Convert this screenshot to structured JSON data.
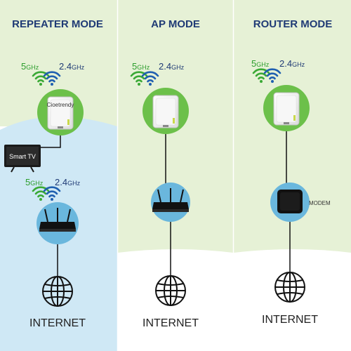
{
  "columns": [
    {
      "title": "REPEATER MODE",
      "band_5": "5",
      "band_5_unit": "GHz",
      "band_24": "2.4",
      "band_24_unit": "GHz",
      "band2_5": "5",
      "band2_5_unit": "GHz",
      "band2_24": "2.4",
      "band2_24_unit": "GHz",
      "client_label": "Smart TV",
      "internet_label": "INTERNET"
    },
    {
      "title": "AP MODE",
      "band_5": "5",
      "band_5_unit": "GHz",
      "band_24": "2.4",
      "band_24_unit": "GHz",
      "internet_label": "INTERNET"
    },
    {
      "title": "ROUTER MODE",
      "band_5": "5",
      "band_5_unit": "GHz",
      "band_24": "2.4",
      "band_24_unit": "GHz",
      "modem_label": "MODEM",
      "internet_label": "INTERNET"
    }
  ],
  "device_brand": "Cioetrendy",
  "colors": {
    "panel_green": "#e6f1d6",
    "panel_blue": "#cfe8f5",
    "circle_green": "#6cc04a",
    "circle_blue": "#6ab7dd",
    "title_blue": "#1f3a75",
    "band_green": "#2e9e2e",
    "wifi_green": "#3aa935",
    "wifi_blue": "#1f5fb0"
  }
}
